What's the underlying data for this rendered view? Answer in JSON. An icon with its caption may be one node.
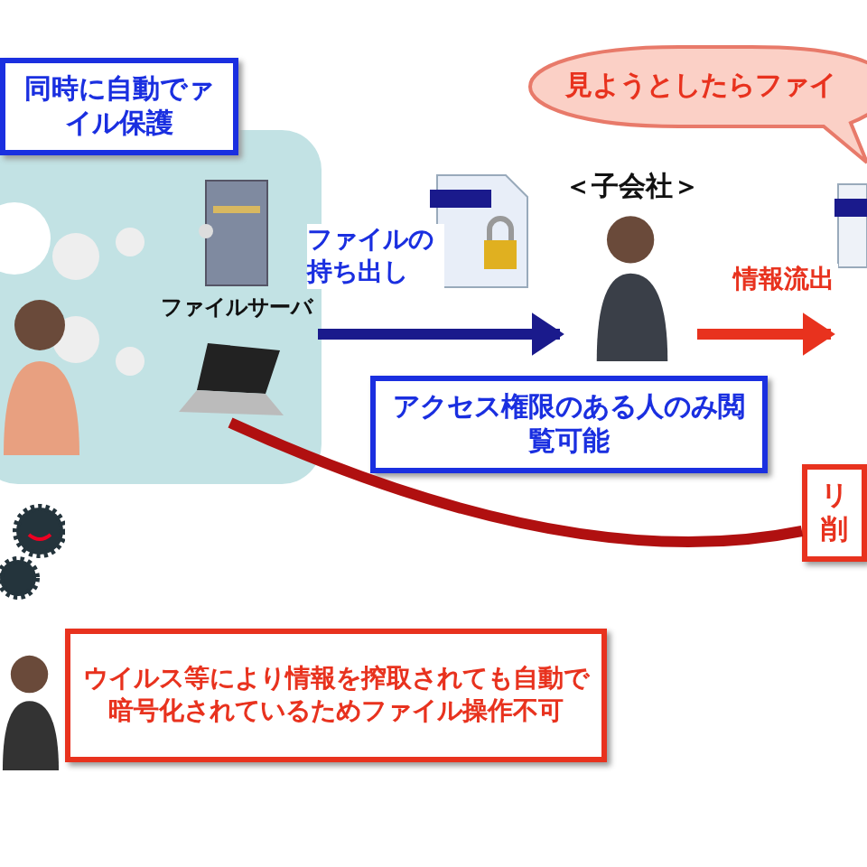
{
  "diagram": {
    "nodes": [
      {
        "text": [
          "同時に自動でァイル保護"
        ]
      },
      {
        "text": [],
        "shape": "box"
      },
      {
        "text": [],
        "shape": "picture",
        "in": 1,
        "beside": [
          "ファイルサーバ"
        ]
      },
      {
        "text": [],
        "shape": "picture",
        "in": 1
      },
      {
        "text": [],
        "shape": "person",
        "in": 1
      },
      {
        "text": [],
        "shape": "picture"
      },
      {
        "text": [
          "＜子会社＞"
        ]
      },
      {
        "text": [
          "アクセス権限のある人のみ閲覧可能"
        ]
      },
      {
        "text": [],
        "shape": "picture"
      },
      {
        "text": [
          "見ようとしたらファイ"
        ]
      },
      {
        "text": [
          "リ削"
        ]
      },
      {
        "text": [],
        "shape": "picture"
      },
      {
        "text": [],
        "shape": "person"
      },
      {
        "text": [
          "ウイルス等により情報を搾取されても自動で暗号化されているためファイル操作不可"
        ]
      }
    ],
    "edges": [
      {
        "from": 1,
        "to": 6,
        "arrow": "to",
        "label": "ファイルの持ち出し",
        "color": "#1a1a8c"
      },
      {
        "from": 6,
        "to": 8,
        "arrow": "to",
        "label": "情報流出",
        "color": "#e8321e"
      },
      {
        "from": 10,
        "to": 3,
        "arrow": "none",
        "color": "#b01010"
      }
    ]
  }
}
